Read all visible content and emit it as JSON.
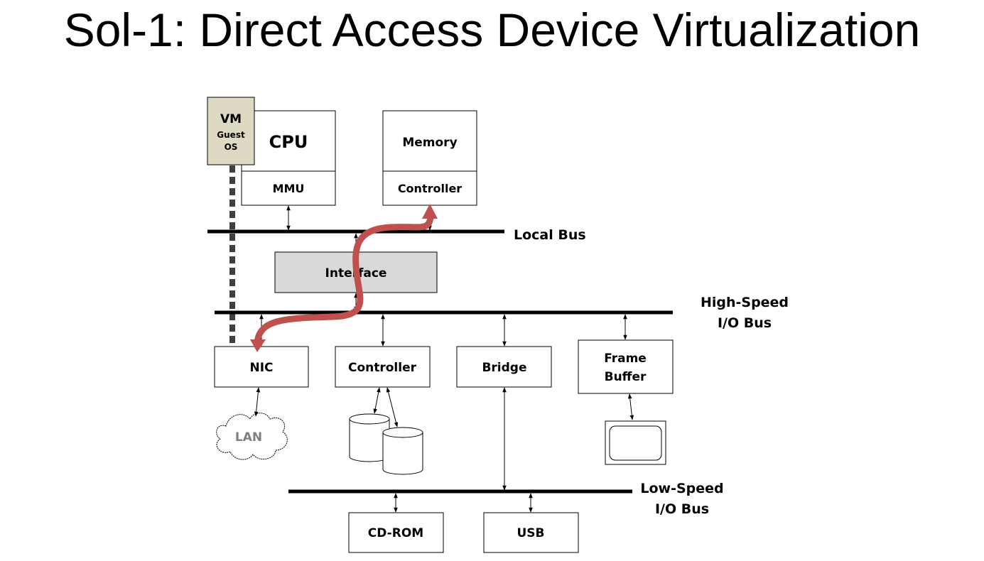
{
  "title": "Sol-1: Direct Access Device Virtualization",
  "vm": {
    "label": "VM",
    "sub1": "Guest",
    "sub2": "OS"
  },
  "cpu": {
    "label": "CPU",
    "mmu": "MMU"
  },
  "memory": {
    "label": "Memory",
    "controller": "Controller"
  },
  "buses": {
    "local": "Local Bus",
    "high_speed_1": "High-Speed",
    "high_speed_2": "I/O Bus",
    "low_speed_1": "Low-Speed",
    "low_speed_2": "I/O Bus"
  },
  "interface": "Interface",
  "devices": {
    "nic": "NIC",
    "controller": "Controller",
    "bridge": "Bridge",
    "frame_buffer_1": "Frame",
    "frame_buffer_2": "Buffer",
    "cdrom": "CD-ROM",
    "usb": "USB",
    "lan": "LAN"
  },
  "colors": {
    "vm_fill": "#ddd9c3",
    "interface_fill": "#d9d9d9",
    "path_arrow": "#c0504d",
    "lan_text": "#808080",
    "dashed_line": "#404040"
  }
}
